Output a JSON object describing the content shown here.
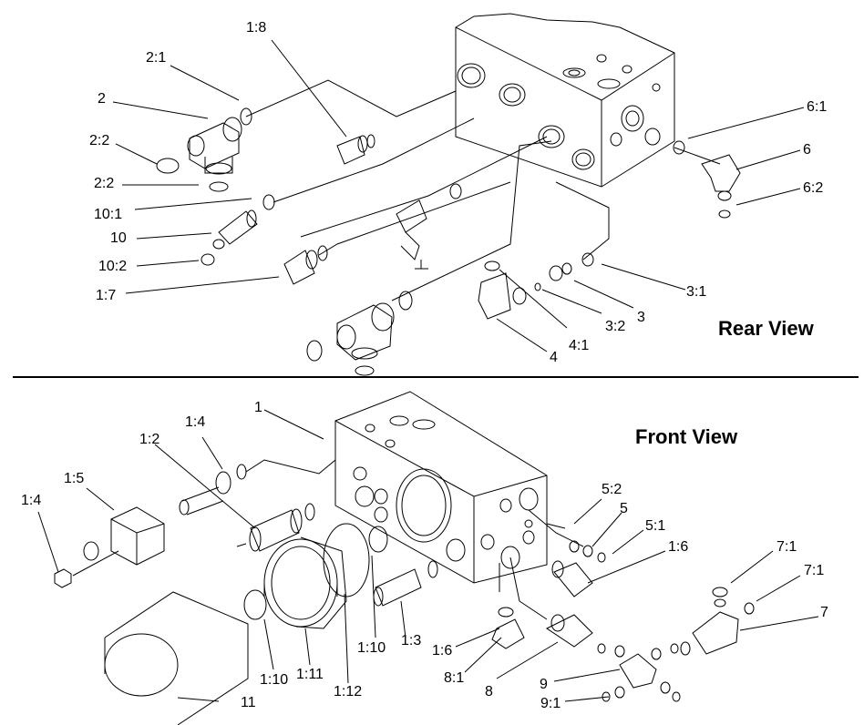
{
  "views": {
    "rear": {
      "title": "Rear View"
    },
    "front": {
      "title": "Front View"
    }
  },
  "rear_labels": [
    {
      "id": "1:8",
      "text": "1:8"
    },
    {
      "id": "2:1",
      "text": "2:1"
    },
    {
      "id": "2",
      "text": "2"
    },
    {
      "id": "2:2a",
      "text": "2:2"
    },
    {
      "id": "2:2b",
      "text": "2:2"
    },
    {
      "id": "10:1",
      "text": "10:1"
    },
    {
      "id": "10",
      "text": "10"
    },
    {
      "id": "10:2",
      "text": "10:2"
    },
    {
      "id": "1:7",
      "text": "1:7"
    },
    {
      "id": "6:1",
      "text": "6:1"
    },
    {
      "id": "6",
      "text": "6"
    },
    {
      "id": "6:2",
      "text": "6:2"
    },
    {
      "id": "3:1",
      "text": "3:1"
    },
    {
      "id": "3",
      "text": "3"
    },
    {
      "id": "3:2",
      "text": "3:2"
    },
    {
      "id": "4:1",
      "text": "4:1"
    },
    {
      "id": "4",
      "text": "4"
    }
  ],
  "front_labels": [
    {
      "id": "1",
      "text": "1"
    },
    {
      "id": "1:4a",
      "text": "1:4"
    },
    {
      "id": "1:2",
      "text": "1:2"
    },
    {
      "id": "1:5",
      "text": "1:5"
    },
    {
      "id": "1:4b",
      "text": "1:4"
    },
    {
      "id": "5:2",
      "text": "5:2"
    },
    {
      "id": "5",
      "text": "5"
    },
    {
      "id": "5:1",
      "text": "5:1"
    },
    {
      "id": "1:6a",
      "text": "1:6"
    },
    {
      "id": "7:1a",
      "text": "7:1"
    },
    {
      "id": "7:1b",
      "text": "7:1"
    },
    {
      "id": "7",
      "text": "7"
    },
    {
      "id": "1:10a",
      "text": "1:10"
    },
    {
      "id": "1:3",
      "text": "1:3"
    },
    {
      "id": "1:6b",
      "text": "1:6"
    },
    {
      "id": "8:1",
      "text": "8:1"
    },
    {
      "id": "1:10b",
      "text": "1:10"
    },
    {
      "id": "1:11",
      "text": "1:11"
    },
    {
      "id": "1:12",
      "text": "1:12"
    },
    {
      "id": "11",
      "text": "11"
    },
    {
      "id": "8",
      "text": "8"
    },
    {
      "id": "9",
      "text": "9"
    },
    {
      "id": "9:1",
      "text": "9:1"
    }
  ]
}
